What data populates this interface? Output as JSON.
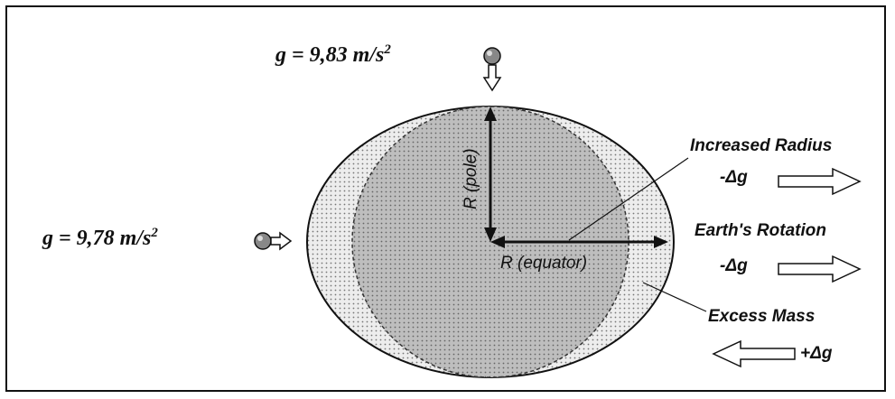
{
  "labels": {
    "g_pole_prefix": "g = 9,83 m/s",
    "g_pole_exp": "2",
    "g_equator_prefix": "g = 9,78 m/s",
    "g_equator_exp": "2",
    "r_pole": "R (pole)",
    "r_equator": "R (equator)",
    "increased_radius": "Increased Radius",
    "increased_radius_effect": "-Δg",
    "earth_rotation": "Earth's Rotation",
    "earth_rotation_effect": "-Δg",
    "excess_mass": "Excess Mass",
    "excess_mass_effect": "+Δg"
  },
  "colors": {
    "ellipsoid_fill": "#ececec",
    "sphere_fill": "#bdbdbd",
    "ink": "#111111"
  }
}
